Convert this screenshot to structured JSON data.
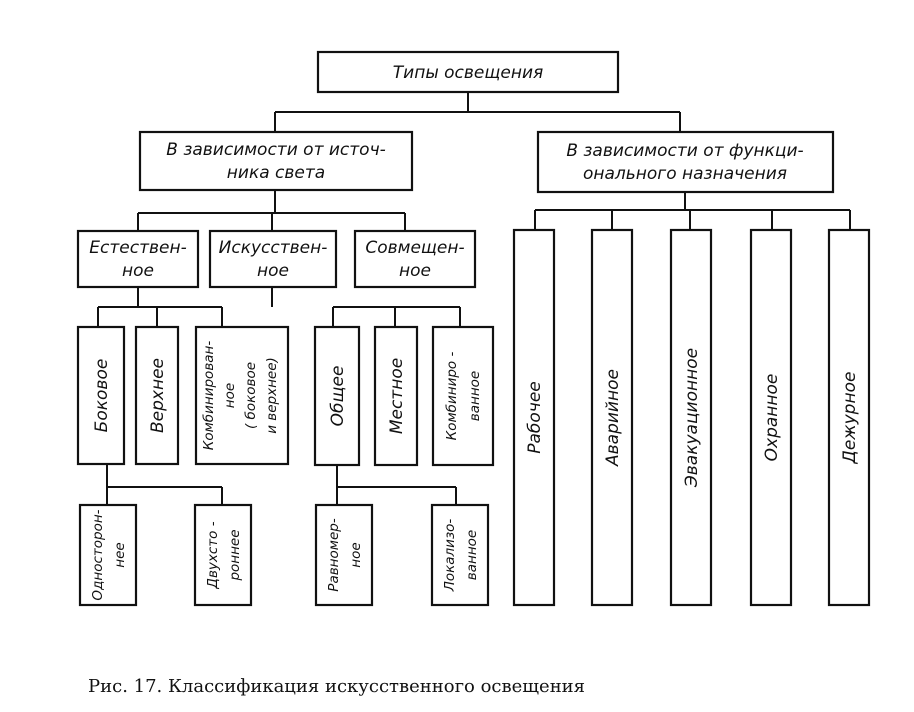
{
  "diagram": {
    "root": "Типы освещения",
    "by_source": {
      "line1": "В зависимости от источ-",
      "line2": "ника света"
    },
    "by_function": {
      "line1": "В зависимости от функци-",
      "line2": "онального назначения"
    },
    "natural": {
      "line1": "Естествен-",
      "line2": "ное"
    },
    "artificial": {
      "line1": "Искусствен-",
      "line2": "ное"
    },
    "combined": {
      "line1": "Совмещен-",
      "line2": "ное"
    },
    "side": "Боковое",
    "top": "Верхнее",
    "combined_nat": {
      "line1": "Комбинирован-",
      "line2": "ное",
      "line3": "( боковое",
      "line4": "и верхнее)"
    },
    "general": "Общее",
    "local": "Местное",
    "combined_art": {
      "line1": "Комбиниро -",
      "line2": "ванное"
    },
    "one_sided": {
      "line1": "Односторон-",
      "line2": "нее"
    },
    "two_sided": {
      "line1": "Двухсто -",
      "line2": "роннее"
    },
    "uniform": {
      "line1": "Равномер-",
      "line2": "ное"
    },
    "localized": {
      "line1": "Локализо-",
      "line2": "ванное"
    },
    "working": "Рабочее",
    "emergency": "Аварийное",
    "evacuation": "Эвакуационное",
    "security": "Охранное",
    "duty": "Дежурное"
  },
  "caption": "Рис. 17. Классификация искусственного освещения"
}
